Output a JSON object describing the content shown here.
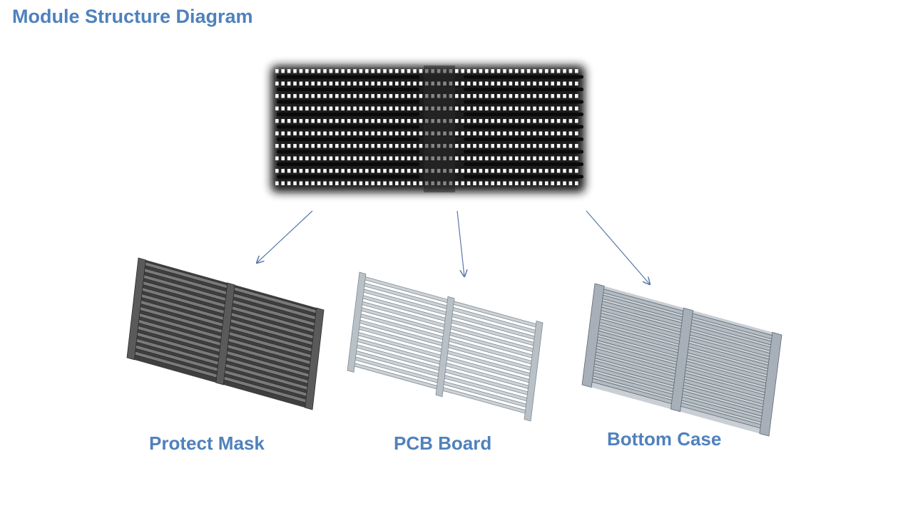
{
  "title": "Module Structure Diagram",
  "components": [
    {
      "label": "Protect Mask",
      "color": "#5a5a5a"
    },
    {
      "label": "PCB Board",
      "color": "#b9c1c6"
    },
    {
      "label": "Bottom Case",
      "color": "#a7b0b8"
    }
  ],
  "colors": {
    "accent": "#4f81bd",
    "arrow": "#5b79a8",
    "module": "#1b1b1b",
    "led": "#f4f4f4"
  }
}
